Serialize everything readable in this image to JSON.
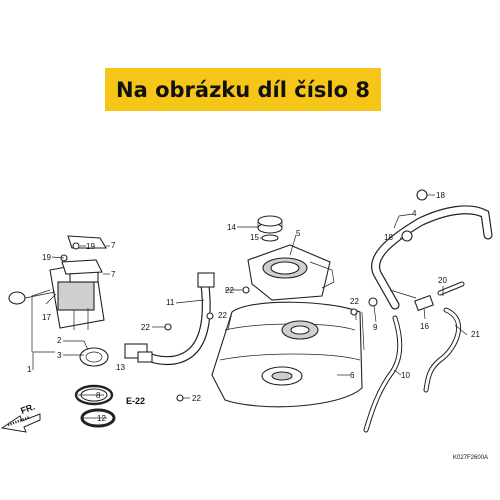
{
  "banner": {
    "text": "Na obrázku díl číslo 8"
  },
  "callouts": {
    "p1": "1",
    "p2": "2",
    "p3": "3",
    "p4": "4",
    "p5": "5",
    "p6": "6",
    "p7a": "7",
    "p7b": "7",
    "p8": "8",
    "p9": "9",
    "p10": "10",
    "p11": "11",
    "p12": "12",
    "p13": "13",
    "p14": "14",
    "p15": "15",
    "p16": "16",
    "p17": "17",
    "p18a": "18",
    "p18b": "18",
    "p19a": "19",
    "p19b": "19",
    "p20": "20",
    "p21": "21",
    "p22a": "22",
    "p22b": "22",
    "p22c": "22",
    "p22d": "22",
    "p22e": "22"
  },
  "ref": {
    "e22": "E-22"
  },
  "direction": {
    "front": "FR."
  },
  "drawing_code": "K027F2600A",
  "colors": {
    "banner_bg": "#f5c518",
    "banner_text": "#111111",
    "line": "#222222"
  }
}
